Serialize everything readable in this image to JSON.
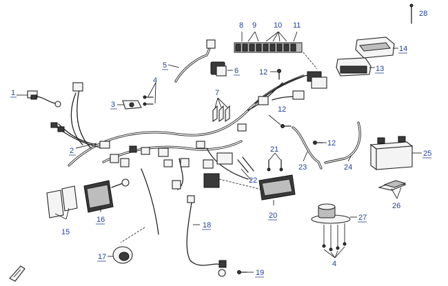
{
  "callouts": [
    {
      "id": "c1",
      "label": "1"
    },
    {
      "id": "c2",
      "label": "2"
    },
    {
      "id": "c3",
      "label": "3"
    },
    {
      "id": "c4a",
      "label": "4"
    },
    {
      "id": "c4b",
      "label": "4"
    },
    {
      "id": "c5",
      "label": "5"
    },
    {
      "id": "c6",
      "label": "6"
    },
    {
      "id": "c7",
      "label": "7"
    },
    {
      "id": "c8",
      "label": "8"
    },
    {
      "id": "c9",
      "label": "9"
    },
    {
      "id": "c10",
      "label": "10"
    },
    {
      "id": "c11",
      "label": "11"
    },
    {
      "id": "c12a",
      "label": "12"
    },
    {
      "id": "c12b",
      "label": "12"
    },
    {
      "id": "c12c",
      "label": "12"
    },
    {
      "id": "c13",
      "label": "13"
    },
    {
      "id": "c14",
      "label": "14"
    },
    {
      "id": "c15",
      "label": "15"
    },
    {
      "id": "c16",
      "label": "16"
    },
    {
      "id": "c17",
      "label": "17"
    },
    {
      "id": "c18",
      "label": "18"
    },
    {
      "id": "c19",
      "label": "19"
    },
    {
      "id": "c20",
      "label": "20"
    },
    {
      "id": "c21",
      "label": "21"
    },
    {
      "id": "c22",
      "label": "22"
    },
    {
      "id": "c23",
      "label": "23"
    },
    {
      "id": "c24",
      "label": "24"
    },
    {
      "id": "c25",
      "label": "25"
    },
    {
      "id": "c26",
      "label": "26"
    },
    {
      "id": "c27",
      "label": "27"
    },
    {
      "id": "c28",
      "label": "28"
    }
  ],
  "colors": {
    "callout": "#1f3f9a",
    "line": "#222222"
  }
}
